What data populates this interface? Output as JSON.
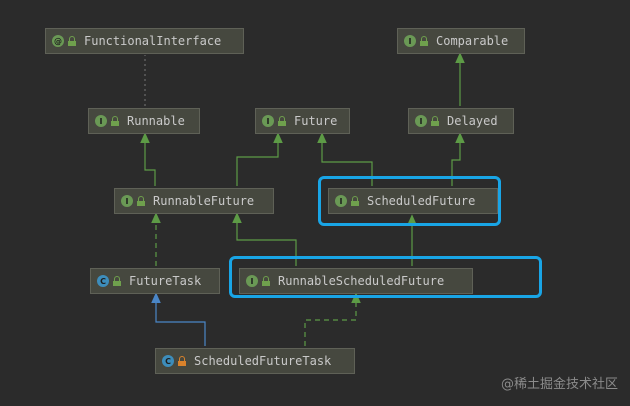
{
  "nodes": {
    "functional_interface": {
      "label": "FunctionalInterface",
      "kind": "annotation"
    },
    "comparable": {
      "label": "Comparable",
      "kind": "interface"
    },
    "runnable": {
      "label": "Runnable",
      "kind": "interface"
    },
    "future": {
      "label": "Future",
      "kind": "interface"
    },
    "delayed": {
      "label": "Delayed",
      "kind": "interface"
    },
    "runnable_future": {
      "label": "RunnableFuture",
      "kind": "interface"
    },
    "scheduled_future": {
      "label": "ScheduledFuture",
      "kind": "interface"
    },
    "future_task": {
      "label": "FutureTask",
      "kind": "class"
    },
    "runnable_scheduled_future": {
      "label": "RunnableScheduledFuture",
      "kind": "interface"
    },
    "scheduled_future_task": {
      "label": "ScheduledFutureTask",
      "kind": "class"
    }
  },
  "highlighted": [
    "scheduled_future",
    "runnable_scheduled_future"
  ],
  "colors": {
    "background": "#2b2b2b",
    "node_fill": "#46483f",
    "interface_edge": "#5d9b46",
    "class_edge": "#4a86c7",
    "highlight": "#19a5e6"
  },
  "watermark": "@稀土掘金技术社区"
}
